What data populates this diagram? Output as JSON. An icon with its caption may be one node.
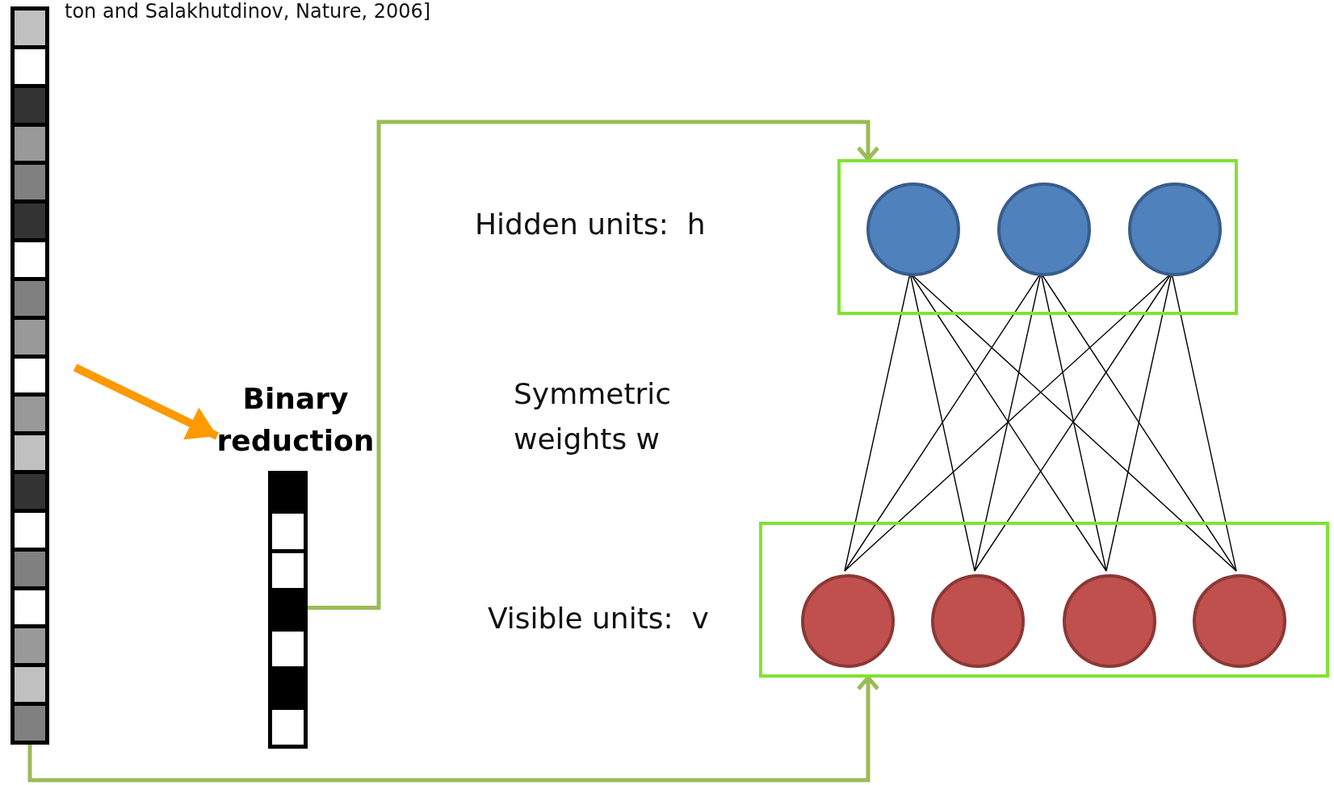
{
  "diagram": {
    "nodes": [
      {
        "text": [],
        "shape": "bar"
      },
      {
        "text": [
          "Binary reduction"
        ]
      },
      {
        "text": [],
        "shape": "box"
      },
      {
        "text": [],
        "shape": "circle",
        "in": 2
      },
      {
        "text": [],
        "shape": "circle",
        "in": 2
      },
      {
        "text": [],
        "shape": "circle",
        "in": 2
      },
      {
        "text": [],
        "shape": "box"
      },
      {
        "text": [],
        "shape": "circle",
        "in": 6
      },
      {
        "text": [],
        "shape": "circle",
        "in": 6
      },
      {
        "text": [],
        "shape": "circle",
        "in": 6
      },
      {
        "text": [],
        "shape": "circle",
        "in": 6
      }
    ],
    "edges": [
      {
        "from": null,
        "to": 1,
        "arrow": "to",
        "style": "thick",
        "color": "#ff9900"
      },
      {
        "from": 1,
        "to": 2,
        "arrow": "to",
        "style": "thick",
        "color": "#9bbb59"
      },
      {
        "from": 0,
        "to": 6,
        "arrow": "to",
        "style": "thick",
        "color": "#9bbb59"
      },
      {
        "from": 3,
        "to": 7,
        "arrow": "none"
      },
      {
        "from": 3,
        "to": 8,
        "arrow": "none"
      },
      {
        "from": 3,
        "to": 9,
        "arrow": "none"
      },
      {
        "from": 3,
        "to": 10,
        "arrow": "none"
      },
      {
        "from": 4,
        "to": 7,
        "arrow": "none"
      },
      {
        "from": 4,
        "to": 8,
        "arrow": "none"
      },
      {
        "from": 4,
        "to": 9,
        "arrow": "none"
      },
      {
        "from": 4,
        "to": 10,
        "arrow": "none"
      },
      {
        "from": 5,
        "to": 7,
        "arrow": "none"
      },
      {
        "from": 5,
        "to": 8,
        "arrow": "none"
      },
      {
        "from": 5,
        "to": 9,
        "arrow": "none"
      },
      {
        "from": 5,
        "to": 10,
        "arrow": "none"
      }
    ],
    "labels": [
      "ton and Salakhutdinov, Nature, 2006]",
      "Hidden units:  h",
      "Symmetric weights w",
      "Visible units:  v"
    ]
  }
}
